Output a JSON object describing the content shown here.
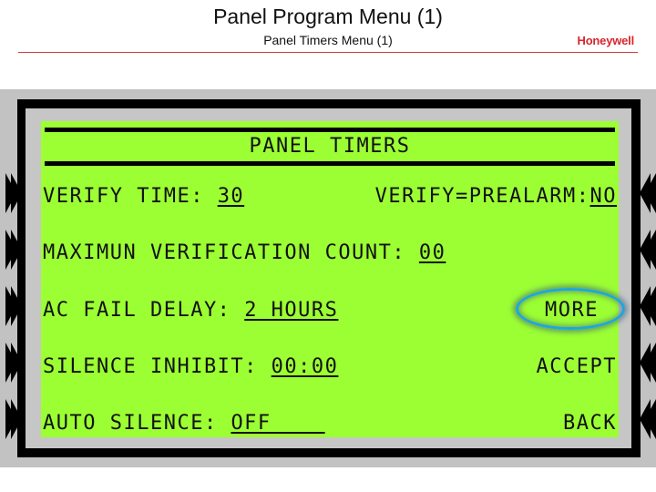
{
  "header": {
    "title": "Panel Program Menu (1)",
    "subtitle": "Panel Timers Menu (1)",
    "brand": "Honeywell",
    "brand_color": "#d7262d",
    "rule_color": "#d43a3a"
  },
  "display": {
    "background_color": "#9cff33",
    "heading": "PANEL TIMERS",
    "rows": [
      {
        "label": "VERIFY TIME: ",
        "value": "30",
        "right_label": "VERIFY=PREALARM:",
        "right_value": "NO"
      },
      {
        "label": "MAXIMUN VERIFICATION COUNT: ",
        "value": "00"
      },
      {
        "label": "AC FAIL DELAY: ",
        "value": "2 HOURS",
        "action": "MORE"
      },
      {
        "label": "SILENCE INHIBIT: ",
        "value": "00:00",
        "action": "ACCEPT"
      },
      {
        "label": "AUTO SILENCE: ",
        "value": "OFF    ",
        "action": "BACK"
      }
    ],
    "highlight": {
      "target": "MORE",
      "color": "#1ea6de"
    }
  },
  "soft_keys": {
    "left": [
      "left-key-1",
      "left-key-2",
      "left-key-3",
      "left-key-4",
      "left-key-5"
    ],
    "right": [
      "right-key-1",
      "right-key-2",
      "right-key-3",
      "right-key-4",
      "right-key-5"
    ]
  }
}
